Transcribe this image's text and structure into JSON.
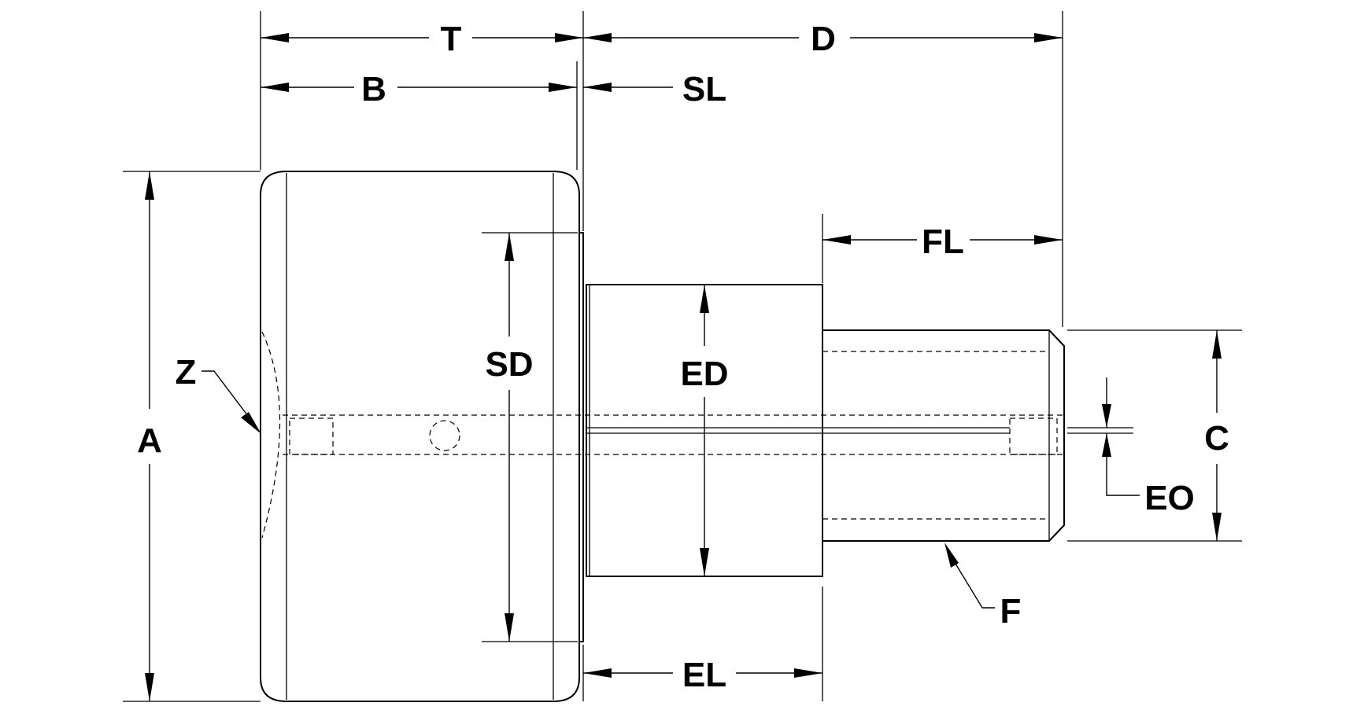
{
  "labels": {
    "T": "T",
    "D": "D",
    "B": "B",
    "SL": "SL",
    "FL": "FL",
    "SD": "SD",
    "ED": "ED",
    "A": "A",
    "Z": "Z",
    "C": "C",
    "EO": "EO",
    "F": "F",
    "EL": "EL"
  }
}
